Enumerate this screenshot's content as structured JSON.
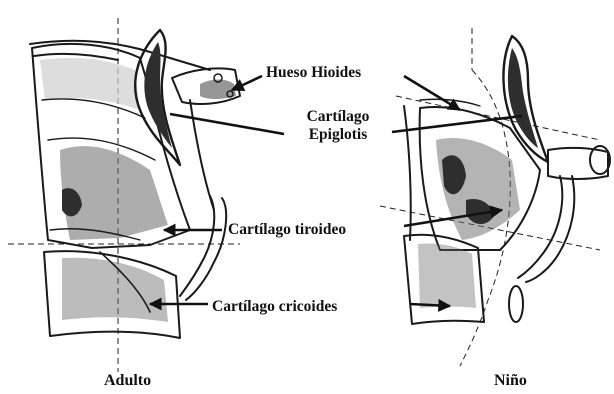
{
  "labels": {
    "hueso_hioides": "Hueso Hioides",
    "cartilago_epiglotis_line1": "Cartílago",
    "cartilago_epiglotis_line2": "Epiglotis",
    "cartilago_tiroideo": "Cartílago tiroideo",
    "cartilago_cricoides": "Cartílago cricoides"
  },
  "captions": {
    "adult": "Adulto",
    "child": "Niño"
  }
}
